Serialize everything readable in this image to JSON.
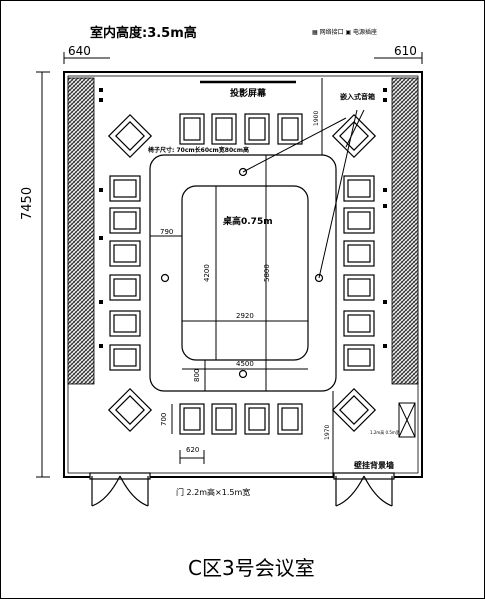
{
  "header": {
    "ceiling_height": "室内高度:3.5m高",
    "legend": "▦ 网络接口  ▣ 电源插座"
  },
  "dimensions": {
    "left_margin": "640",
    "right_margin": "610",
    "room_length": "7450",
    "d790": "790",
    "d4200": "4200",
    "d5800": "5800",
    "d2920": "2920",
    "d4500": "4500",
    "d800": "800",
    "d700": "700",
    "d620": "620",
    "d1900": "1900",
    "d1970": "1970"
  },
  "labels": {
    "projection_screen": "投影屏幕",
    "speakers": "嵌入式音箱",
    "chair_size": "椅子尺寸: 70cm长60cm宽80cm高",
    "table_height": "桌高0.75m",
    "small_note": "1.2m高 0.5m宽",
    "wall_display": "壁挂背景墙",
    "door": "门 2.2m高×1.5m宽",
    "room_name": "C区3号会议室"
  },
  "colors": {
    "line": "#000000",
    "wall_hatch": "#555555",
    "background": "#ffffff"
  }
}
